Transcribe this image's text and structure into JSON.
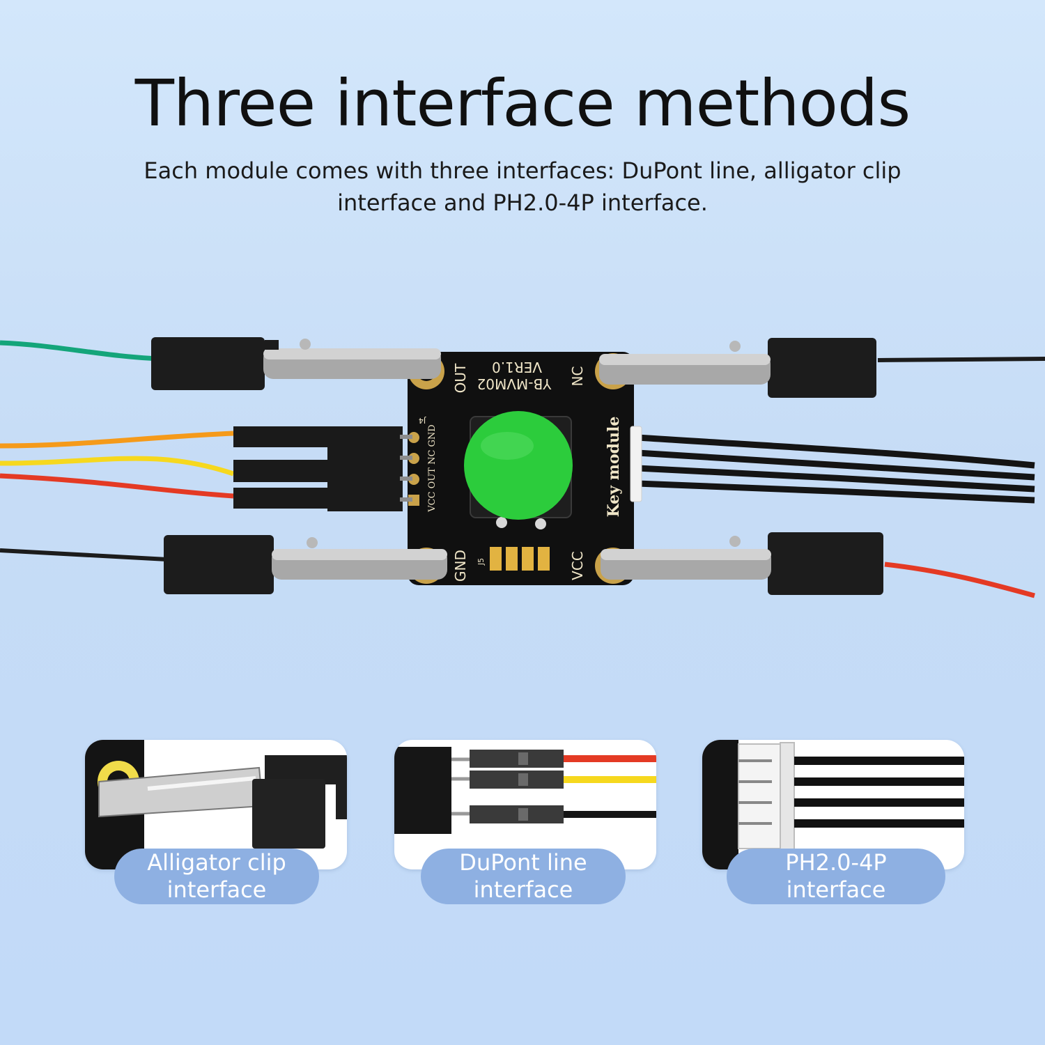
{
  "title": "Three interface methods",
  "subtitle": {
    "line1": "Each module comes with three interfaces: DuPont line, alligator clip",
    "line2": "interface and PH2.0-4P interface."
  },
  "board": {
    "model": "YB-MVM02",
    "version": "VER1.0",
    "name": "Key module",
    "pin_labels": [
      "OUT",
      "NC",
      "GND",
      "VCC"
    ],
    "header_label": "VCC OUT NC GND",
    "j4": "J4",
    "j5": "J5",
    "button_color": "#2ccc3c"
  },
  "interfaces": [
    {
      "line1": "Alligator clip",
      "line2": "interface"
    },
    {
      "line1": "DuPont line",
      "line2": "interface"
    },
    {
      "line1": "PH2.0-4P",
      "line2": "interface"
    }
  ],
  "wire_colors": {
    "green": "#14a57a",
    "orange": "#f59a1a",
    "yellow": "#f6d81e",
    "red": "#e43a24",
    "black": "#1c1c1c"
  }
}
